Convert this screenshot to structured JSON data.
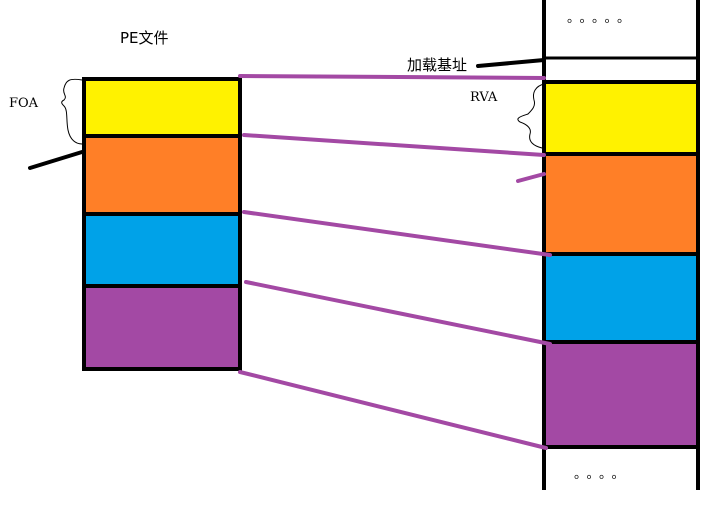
{
  "labels": {
    "pe_file": "PE文件",
    "load_base": "加载基址",
    "foa": "FOA",
    "rva": "RVA",
    "top_dots": "。。。。。",
    "bottom_dots": "。。。。"
  },
  "colors": {
    "yellow": "#fff200",
    "orange": "#ff7f27",
    "blue": "#00a2e8",
    "purple": "#a349a4",
    "outline": "#000000",
    "connector": "#a349a4"
  }
}
